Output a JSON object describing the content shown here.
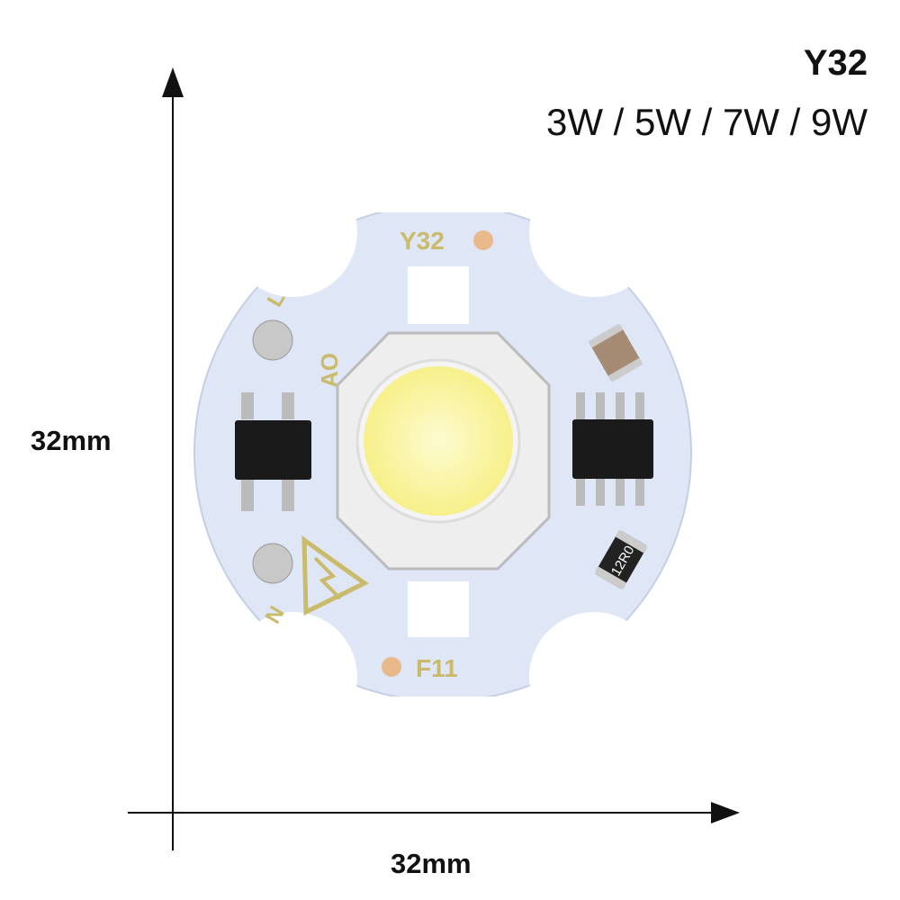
{
  "product": {
    "model": "Y32",
    "wattages": "3W / 5W / 7W / 9W"
  },
  "dimensions": {
    "height_label": "32mm",
    "width_label": "32mm"
  },
  "pcb_markings": {
    "top": "Y32",
    "bottom": "F11",
    "live": "L",
    "neutral": "N",
    "side": "AO",
    "resistor": "12R0"
  },
  "colors": {
    "pcb": "#dfe6f6",
    "led": "#fbf7a8",
    "silkscreen": "#c9bb6a",
    "chip": "#1a1a1a"
  }
}
